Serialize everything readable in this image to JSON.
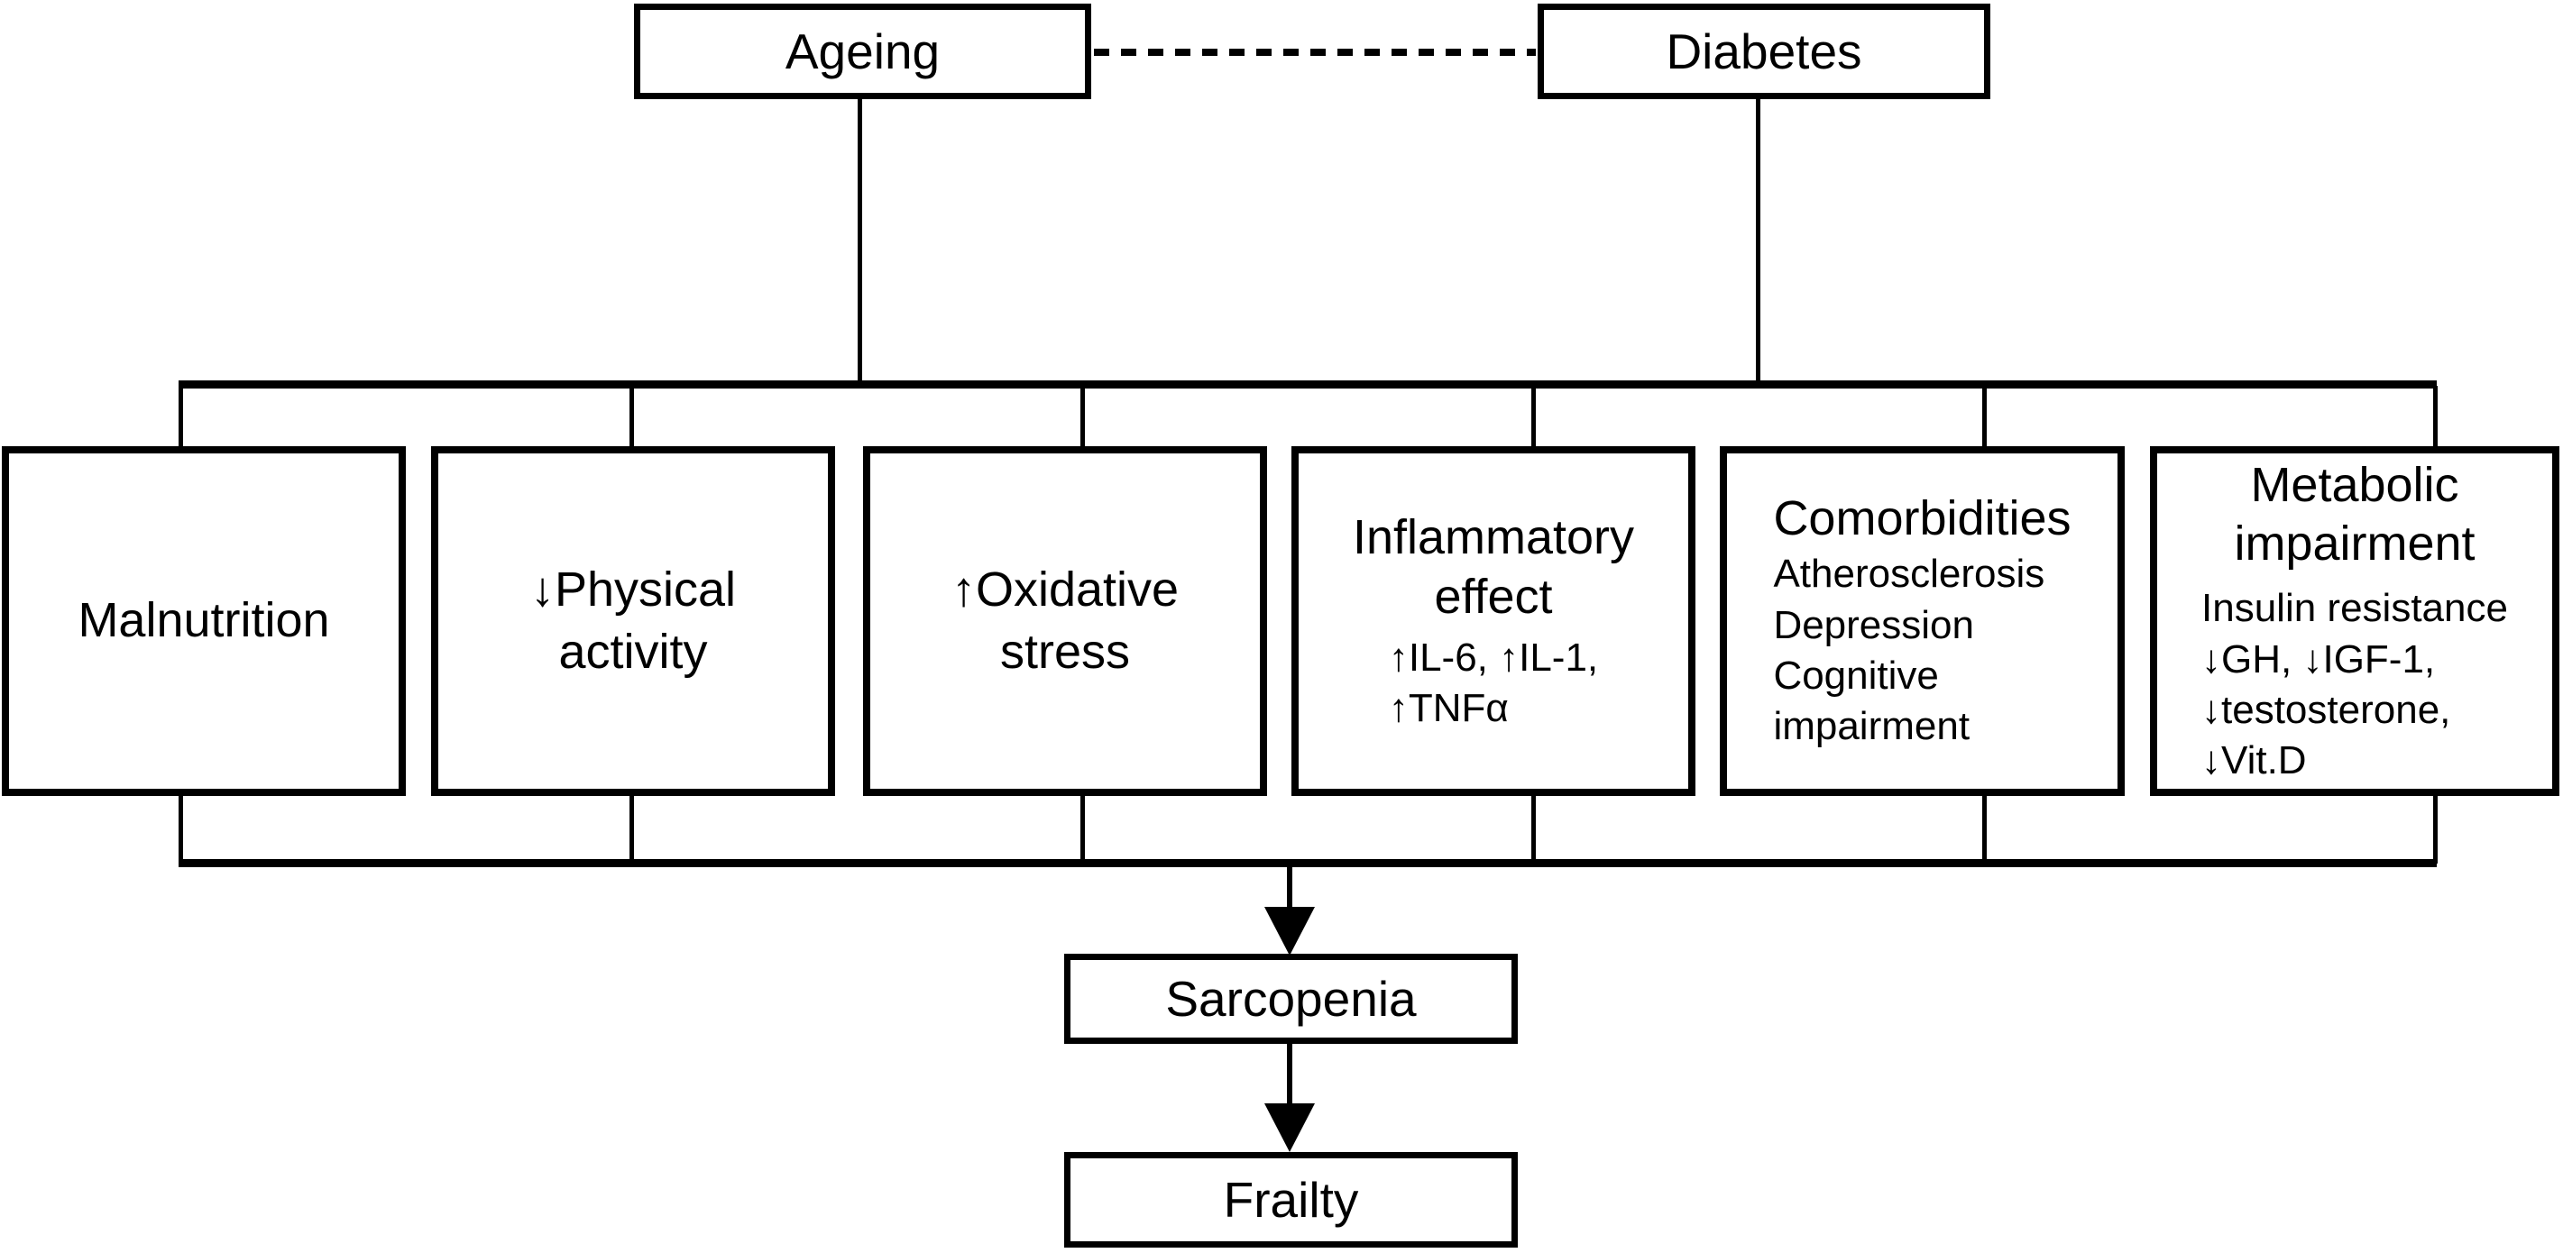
{
  "diagram": {
    "top_nodes": {
      "ageing": "Ageing",
      "diabetes": "Diabetes"
    },
    "factors": [
      {
        "name": "malnutrition",
        "label": [
          "Malnutrition"
        ]
      },
      {
        "name": "physical-activity",
        "label": [
          "↓Physical",
          "activity"
        ]
      },
      {
        "name": "oxidative-stress",
        "label": [
          "↑Oxidative",
          "stress"
        ]
      },
      {
        "name": "inflammatory-effect",
        "title": [
          "Inflammatory",
          "effect"
        ],
        "details": [
          "↑IL-6, ↑IL-1,",
          "↑TNFα"
        ]
      },
      {
        "name": "comorbidities",
        "title": [
          "Comorbidities"
        ],
        "details": [
          "Atherosclerosis",
          "Depression",
          "Cognitive",
          "impairment"
        ]
      },
      {
        "name": "metabolic-impairment",
        "title": [
          "Metabolic",
          "impairment"
        ],
        "details": [
          "Insulin resistance",
          "↓GH, ↓IGF-1,",
          "↓testosterone,",
          "↓Vit.D"
        ]
      }
    ],
    "outcome_nodes": {
      "sarcopenia": "Sarcopenia",
      "frailty": "Frailty"
    },
    "colors": {
      "line": "#000000",
      "background": "#ffffff",
      "text": "#000000"
    }
  }
}
